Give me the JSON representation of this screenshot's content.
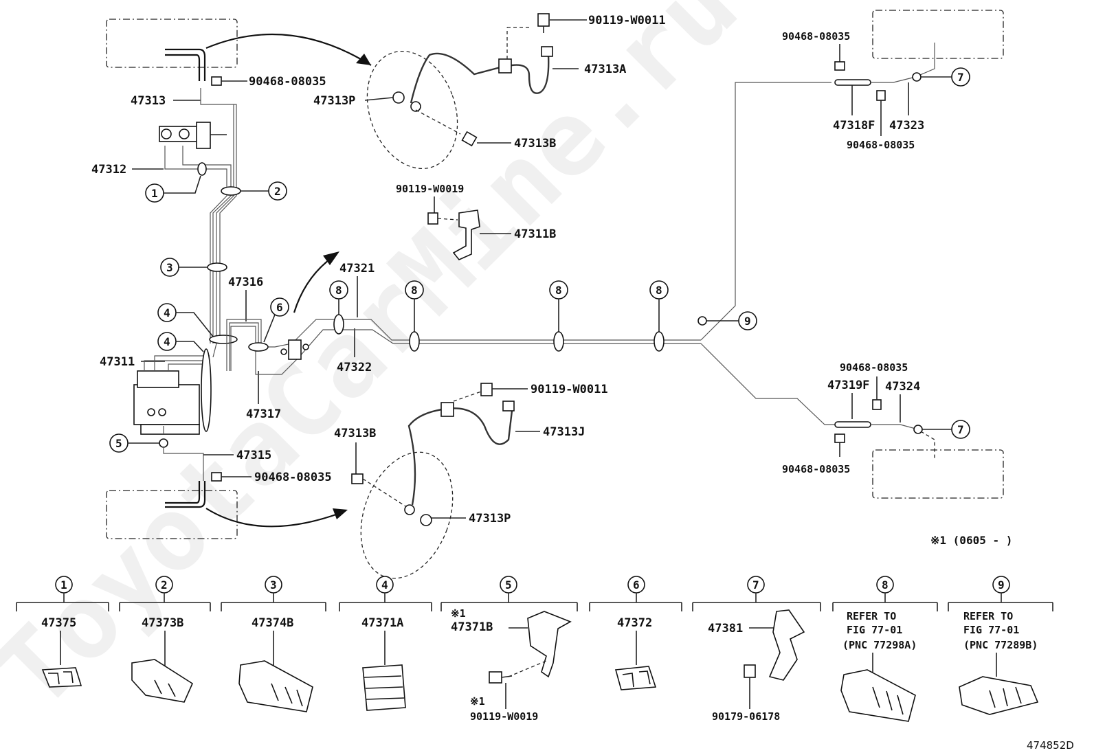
{
  "watermark": "ToyotaCarMine.ru",
  "diagram_id": "474852D",
  "note": "※1 (0605 -       )",
  "labels": {
    "p47313": "47313",
    "p90468_tl": "90468-08035",
    "p47312": "47312",
    "p90119_w0011_top": "90119-W0011",
    "p47313A": "47313A",
    "p47313P_top": "47313P",
    "p47313B_top": "47313B",
    "p90119_w0019_mid": "90119-W0019",
    "p47311B": "47311B",
    "p47321": "47321",
    "p47316": "47316",
    "p47311": "47311",
    "p47322": "47322",
    "p47317": "47317",
    "p47315": "47315",
    "p90468_bl": "90468-08035",
    "p90119_w0011_bot": "90119-W0011",
    "p47313J": "47313J",
    "p47313B_bot": "47313B",
    "p47313P_bot": "47313P",
    "p90468_tr1": "90468-08035",
    "p47318F": "47318F",
    "p47323": "47323",
    "p90468_tr2": "90468-08035",
    "p90468_br1": "90468-08035",
    "p47319F": "47319F",
    "p47324": "47324",
    "p90468_br2": "90468-08035"
  },
  "callouts": [
    "1",
    "2",
    "3",
    "4",
    "5",
    "6",
    "7",
    "8",
    "9"
  ],
  "legend": [
    {
      "num": "1",
      "part": "47375"
    },
    {
      "num": "2",
      "part": "47373B"
    },
    {
      "num": "3",
      "part": "47374B"
    },
    {
      "num": "4",
      "part": "47371A"
    },
    {
      "num": "5",
      "part": "47371B",
      "mark": "※1",
      "sub_mark": "※1",
      "sub_part": "90119-W0019"
    },
    {
      "num": "6",
      "part": "47372"
    },
    {
      "num": "7",
      "part": "47381",
      "sub_part": "90179-06178"
    },
    {
      "num": "8",
      "ref_line1": "REFER TO",
      "ref_line2": "FIG 77-01",
      "ref_line3": "(PNC 77298A)"
    },
    {
      "num": "9",
      "ref_line1": "REFER TO",
      "ref_line2": "FIG 77-01",
      "ref_line3": "(PNC 77289B)"
    }
  ]
}
